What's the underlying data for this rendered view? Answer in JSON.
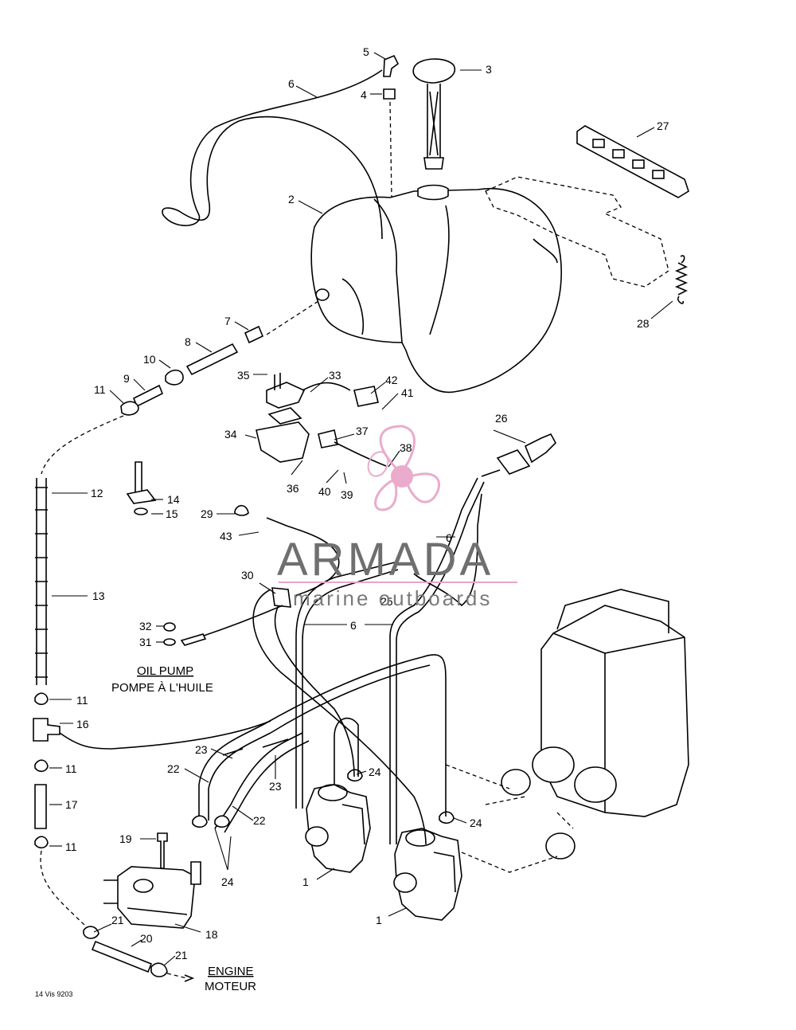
{
  "diagram": {
    "callouts": [
      "1",
      "1",
      "2",
      "3",
      "4",
      "5",
      "6",
      "6",
      "6",
      "7",
      "8",
      "9",
      "10",
      "11",
      "11",
      "11",
      "11",
      "12",
      "13",
      "14",
      "15",
      "16",
      "17",
      "18",
      "19",
      "20",
      "21",
      "21",
      "22",
      "22",
      "23",
      "23",
      "24",
      "24",
      "24",
      "24",
      "25",
      "26",
      "27",
      "28",
      "29",
      "30",
      "31",
      "32",
      "33",
      "34",
      "35",
      "36",
      "37",
      "38",
      "39",
      "40",
      "41",
      "42",
      "43"
    ],
    "captions": {
      "oil_pump_en": "OIL PUMP",
      "oil_pump_fr": "POMPE À L'HUILE",
      "engine_en": "ENGINE",
      "engine_fr": "MOTEUR"
    },
    "drawing_ref": "14 Vis 9203"
  },
  "watermark": {
    "title": "ARMADA",
    "subtitle": "marine outboards",
    "logo_color": "#e8a3c7",
    "text_color": "#6f6f6f"
  }
}
